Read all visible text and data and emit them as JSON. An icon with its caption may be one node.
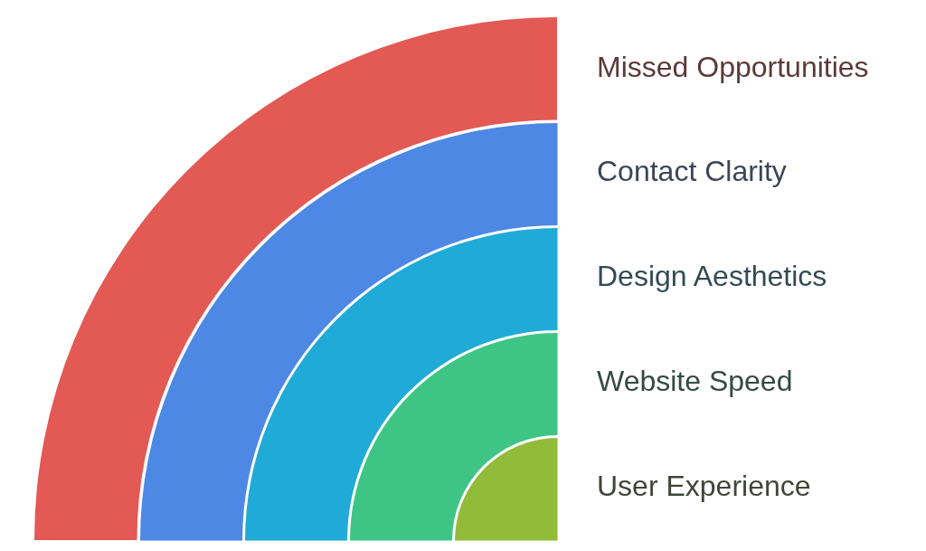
{
  "diagram": {
    "nodes": [
      {
        "text": [
          "Missed Opportunities"
        ]
      },
      {
        "text": [
          "Contact Clarity"
        ]
      },
      {
        "text": [
          "Design Aesthetics"
        ]
      },
      {
        "text": [
          "Website Speed"
        ]
      },
      {
        "text": [
          "User Experience"
        ]
      }
    ]
  }
}
